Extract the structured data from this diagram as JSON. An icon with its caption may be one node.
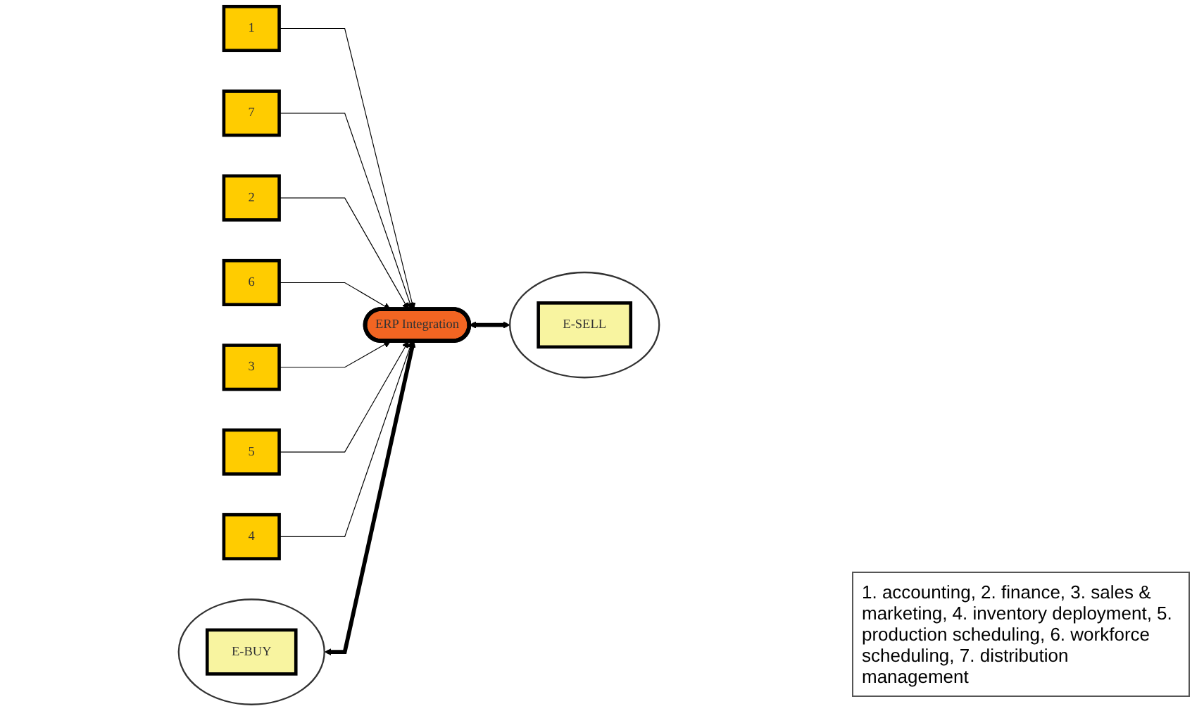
{
  "diagram": {
    "nodes": [
      {
        "text": [],
        "shape": "circle"
      },
      {
        "text": [
          "E-BUY"
        ],
        "in": 0
      },
      {
        "text": [
          "1"
        ]
      },
      {
        "text": [
          "7"
        ]
      },
      {
        "text": [
          "2"
        ]
      },
      {
        "text": [
          "ERP Integration"
        ]
      },
      {
        "text": [
          "6"
        ]
      },
      {
        "text": [
          "3"
        ]
      },
      {
        "text": [
          "5"
        ]
      },
      {
        "text": [
          "4"
        ]
      },
      {
        "text": [],
        "shape": "circle"
      },
      {
        "text": [
          "E-SELL"
        ],
        "in": 10
      }
    ],
    "edges": [
      {
        "from": 2,
        "to": 5,
        "arrow": "to"
      },
      {
        "from": 3,
        "to": 5,
        "arrow": "to"
      },
      {
        "from": 4,
        "to": 5,
        "arrow": "to"
      },
      {
        "from": 6,
        "to": 5,
        "arrow": "to"
      },
      {
        "from": 7,
        "to": 5,
        "arrow": "to"
      },
      {
        "from": 8,
        "to": 5,
        "arrow": "to"
      },
      {
        "from": 9,
        "to": 5,
        "arrow": "to"
      },
      {
        "from": 0,
        "to": 5,
        "arrow": "both",
        "style": "thick"
      },
      {
        "from": 5,
        "to": 10,
        "arrow": "both",
        "style": "thick"
      }
    ],
    "labels": [
      "1. accounting, 2. finance, 3. sales & marketing, 4. inventory deployment, 5. production scheduling, 6. workforce scheduling, 7. distribution management"
    ]
  }
}
